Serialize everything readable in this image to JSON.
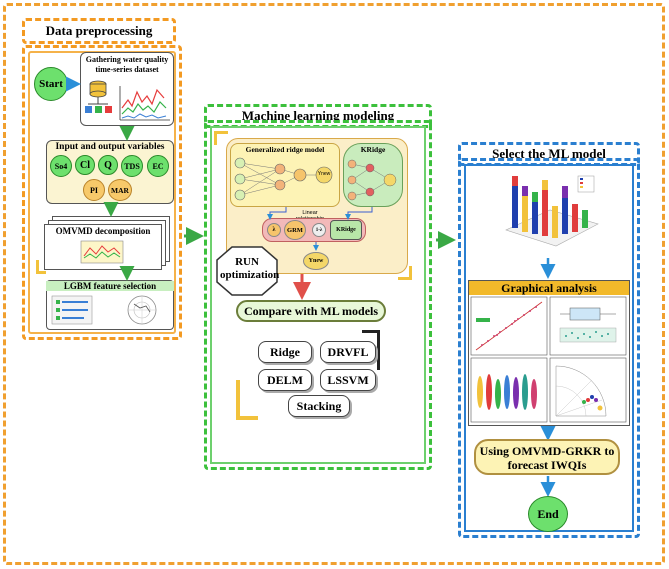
{
  "sections": {
    "preprocessing": "Data preprocessing",
    "ml_modeling": "Machine learning modeling",
    "select": "Select the ML model"
  },
  "preprocessing": {
    "start": "Start",
    "dataset": "Gathering water quality time-series dataset",
    "variables_title": "Input and output variables",
    "variables": [
      "So4",
      "Cl",
      "Q",
      "TDS",
      "EC",
      "PI",
      "MAR"
    ],
    "omvmd": "OMVMD decomposition",
    "lgbm": "LGBM feature selection"
  },
  "modeling": {
    "generalized_ridge": "Generalized ridge model",
    "kridge": "KRidge",
    "linear_relationship": "Linear relationship",
    "grm": "GRM",
    "kridge_node": "KRidge",
    "lambda": "1-λ",
    "lambda_plain": "λ",
    "ynew": "Ynew",
    "run": "RUN optimization",
    "compare": "Compare with ML models",
    "models": [
      "Ridge",
      "DRVFL",
      "DELM",
      "LSSVM",
      "Stacking"
    ]
  },
  "select_panel": {
    "graphical_analysis": "Graphical analysis",
    "using": "Using OMVMD-GRKR to forecast IWQIs",
    "end": "End"
  },
  "colors": {
    "orange_dash": "#f39a22",
    "green_dash": "#3cc03c",
    "blue_dash": "#2a7fd0",
    "arrow_green": "#3aa845",
    "arrow_blue": "#2a8fd8",
    "arrow_red": "#e0504a"
  }
}
